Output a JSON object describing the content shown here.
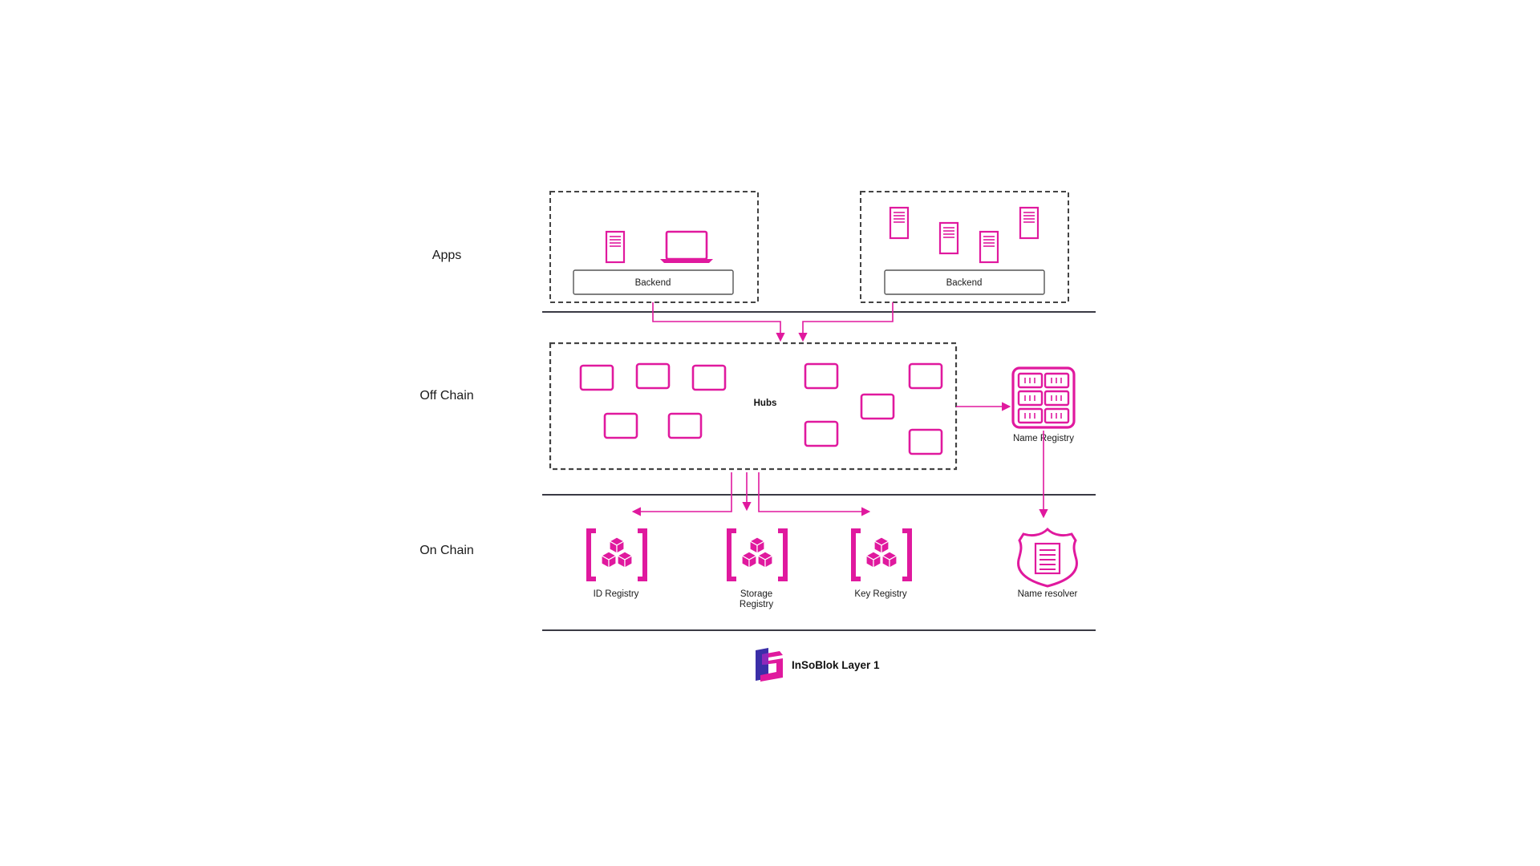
{
  "layers": {
    "apps": "Apps",
    "off_chain": "Off Chain",
    "on_chain": "On Chain"
  },
  "apps": {
    "left_backend": "Backend",
    "right_backend": "Backend"
  },
  "off_chain": {
    "hubs": "Hubs",
    "name_registry": "Name Registry"
  },
  "on_chain": {
    "id_registry": "ID Registry",
    "storage_registry_line1": "Storage",
    "storage_registry_line2": "Registry",
    "key_registry": "Key Registry",
    "name_resolver": "Name resolver"
  },
  "footer": {
    "brand": "InSoBlok Layer 1"
  },
  "colors": {
    "accent": "#e0199e",
    "line": "#3a3a44",
    "dashed": "#444444",
    "logo_blue": "#3b2ea8",
    "logo_pink": "#e0199e"
  },
  "icons": {
    "server": "server-icon",
    "laptop": "laptop-icon",
    "hub": "hub-node-icon",
    "registry": "registry-grid-icon",
    "contract": "smart-contract-cubes-icon",
    "resolver": "shield-document-icon",
    "logo": "insoblok-logo-icon"
  }
}
